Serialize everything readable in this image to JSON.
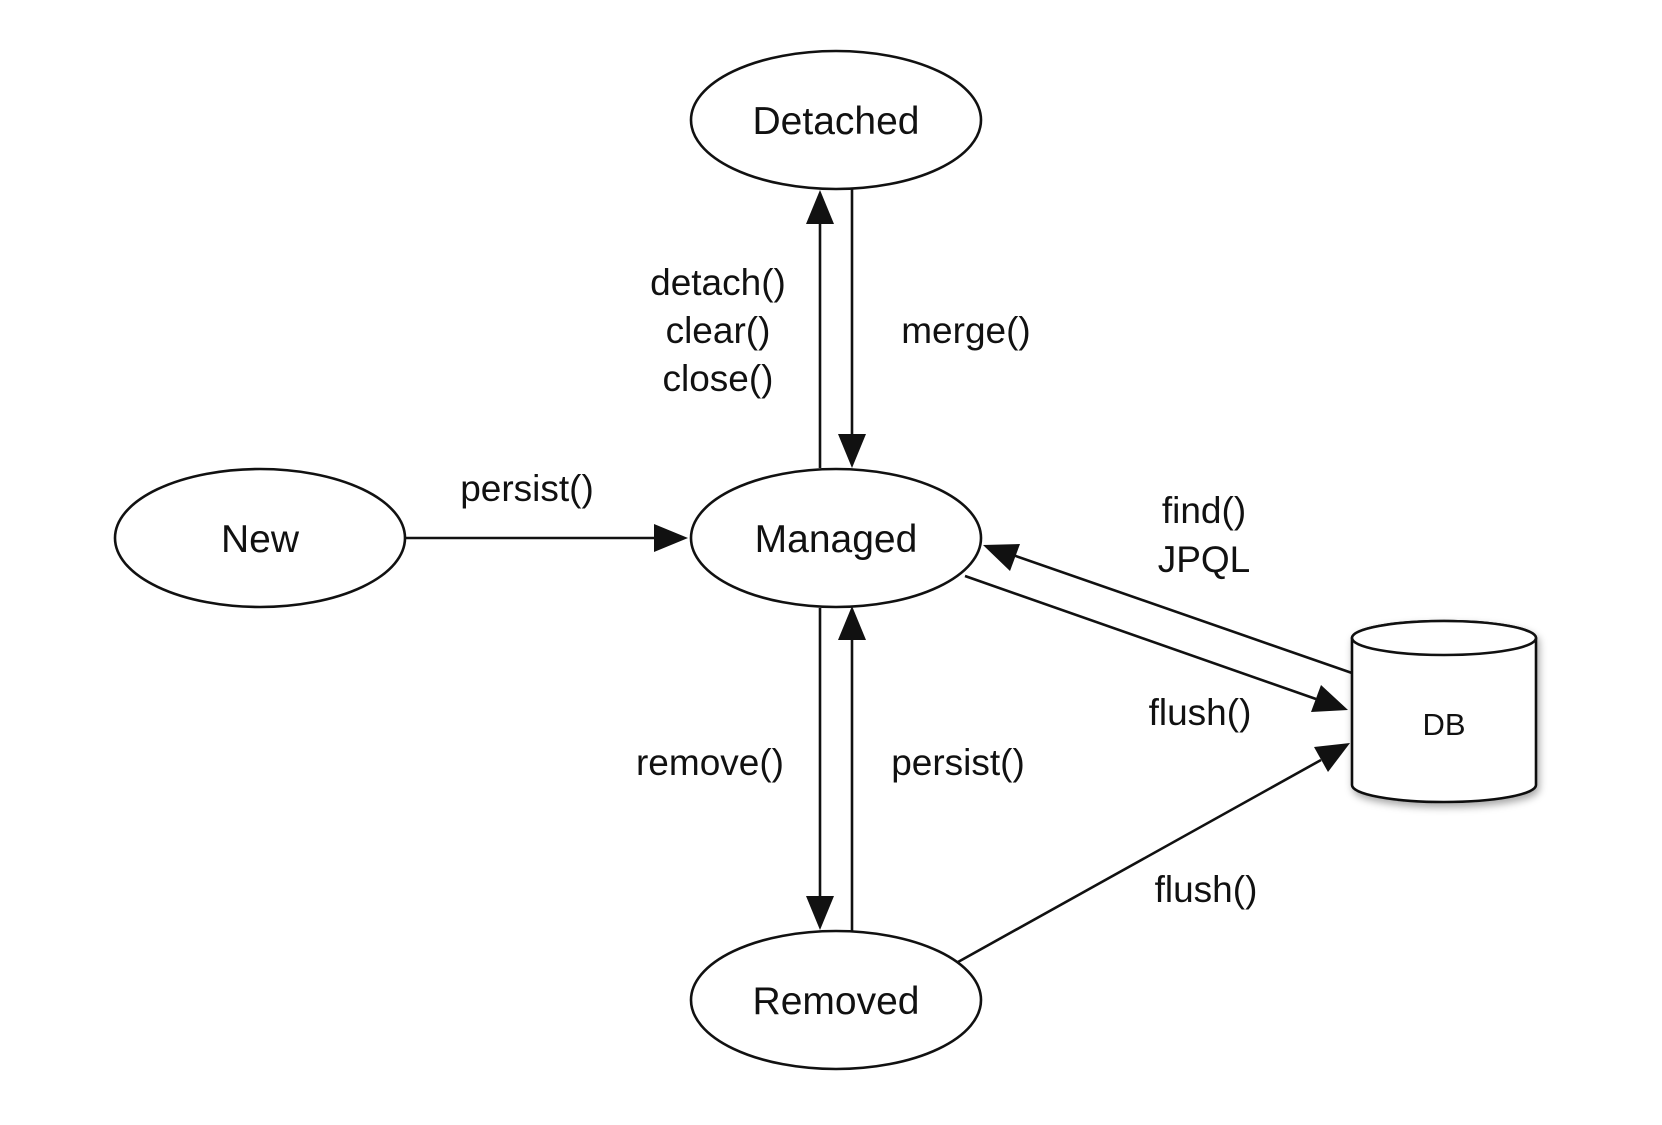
{
  "nodes": {
    "detached": "Detached",
    "new": "New",
    "managed": "Managed",
    "removed": "Removed",
    "db": "DB"
  },
  "edges": {
    "detach_labels": [
      "detach()",
      "clear()",
      "close()"
    ],
    "merge_label": "merge()",
    "new_persist_label": "persist()",
    "find_labels": [
      "find()",
      "JPQL"
    ],
    "flush_managed_label": "flush()",
    "remove_label": "remove()",
    "removed_persist_label": "persist()",
    "flush_removed_label": "flush()"
  },
  "colors": {
    "stroke": "#111111",
    "background": "#ffffff"
  }
}
